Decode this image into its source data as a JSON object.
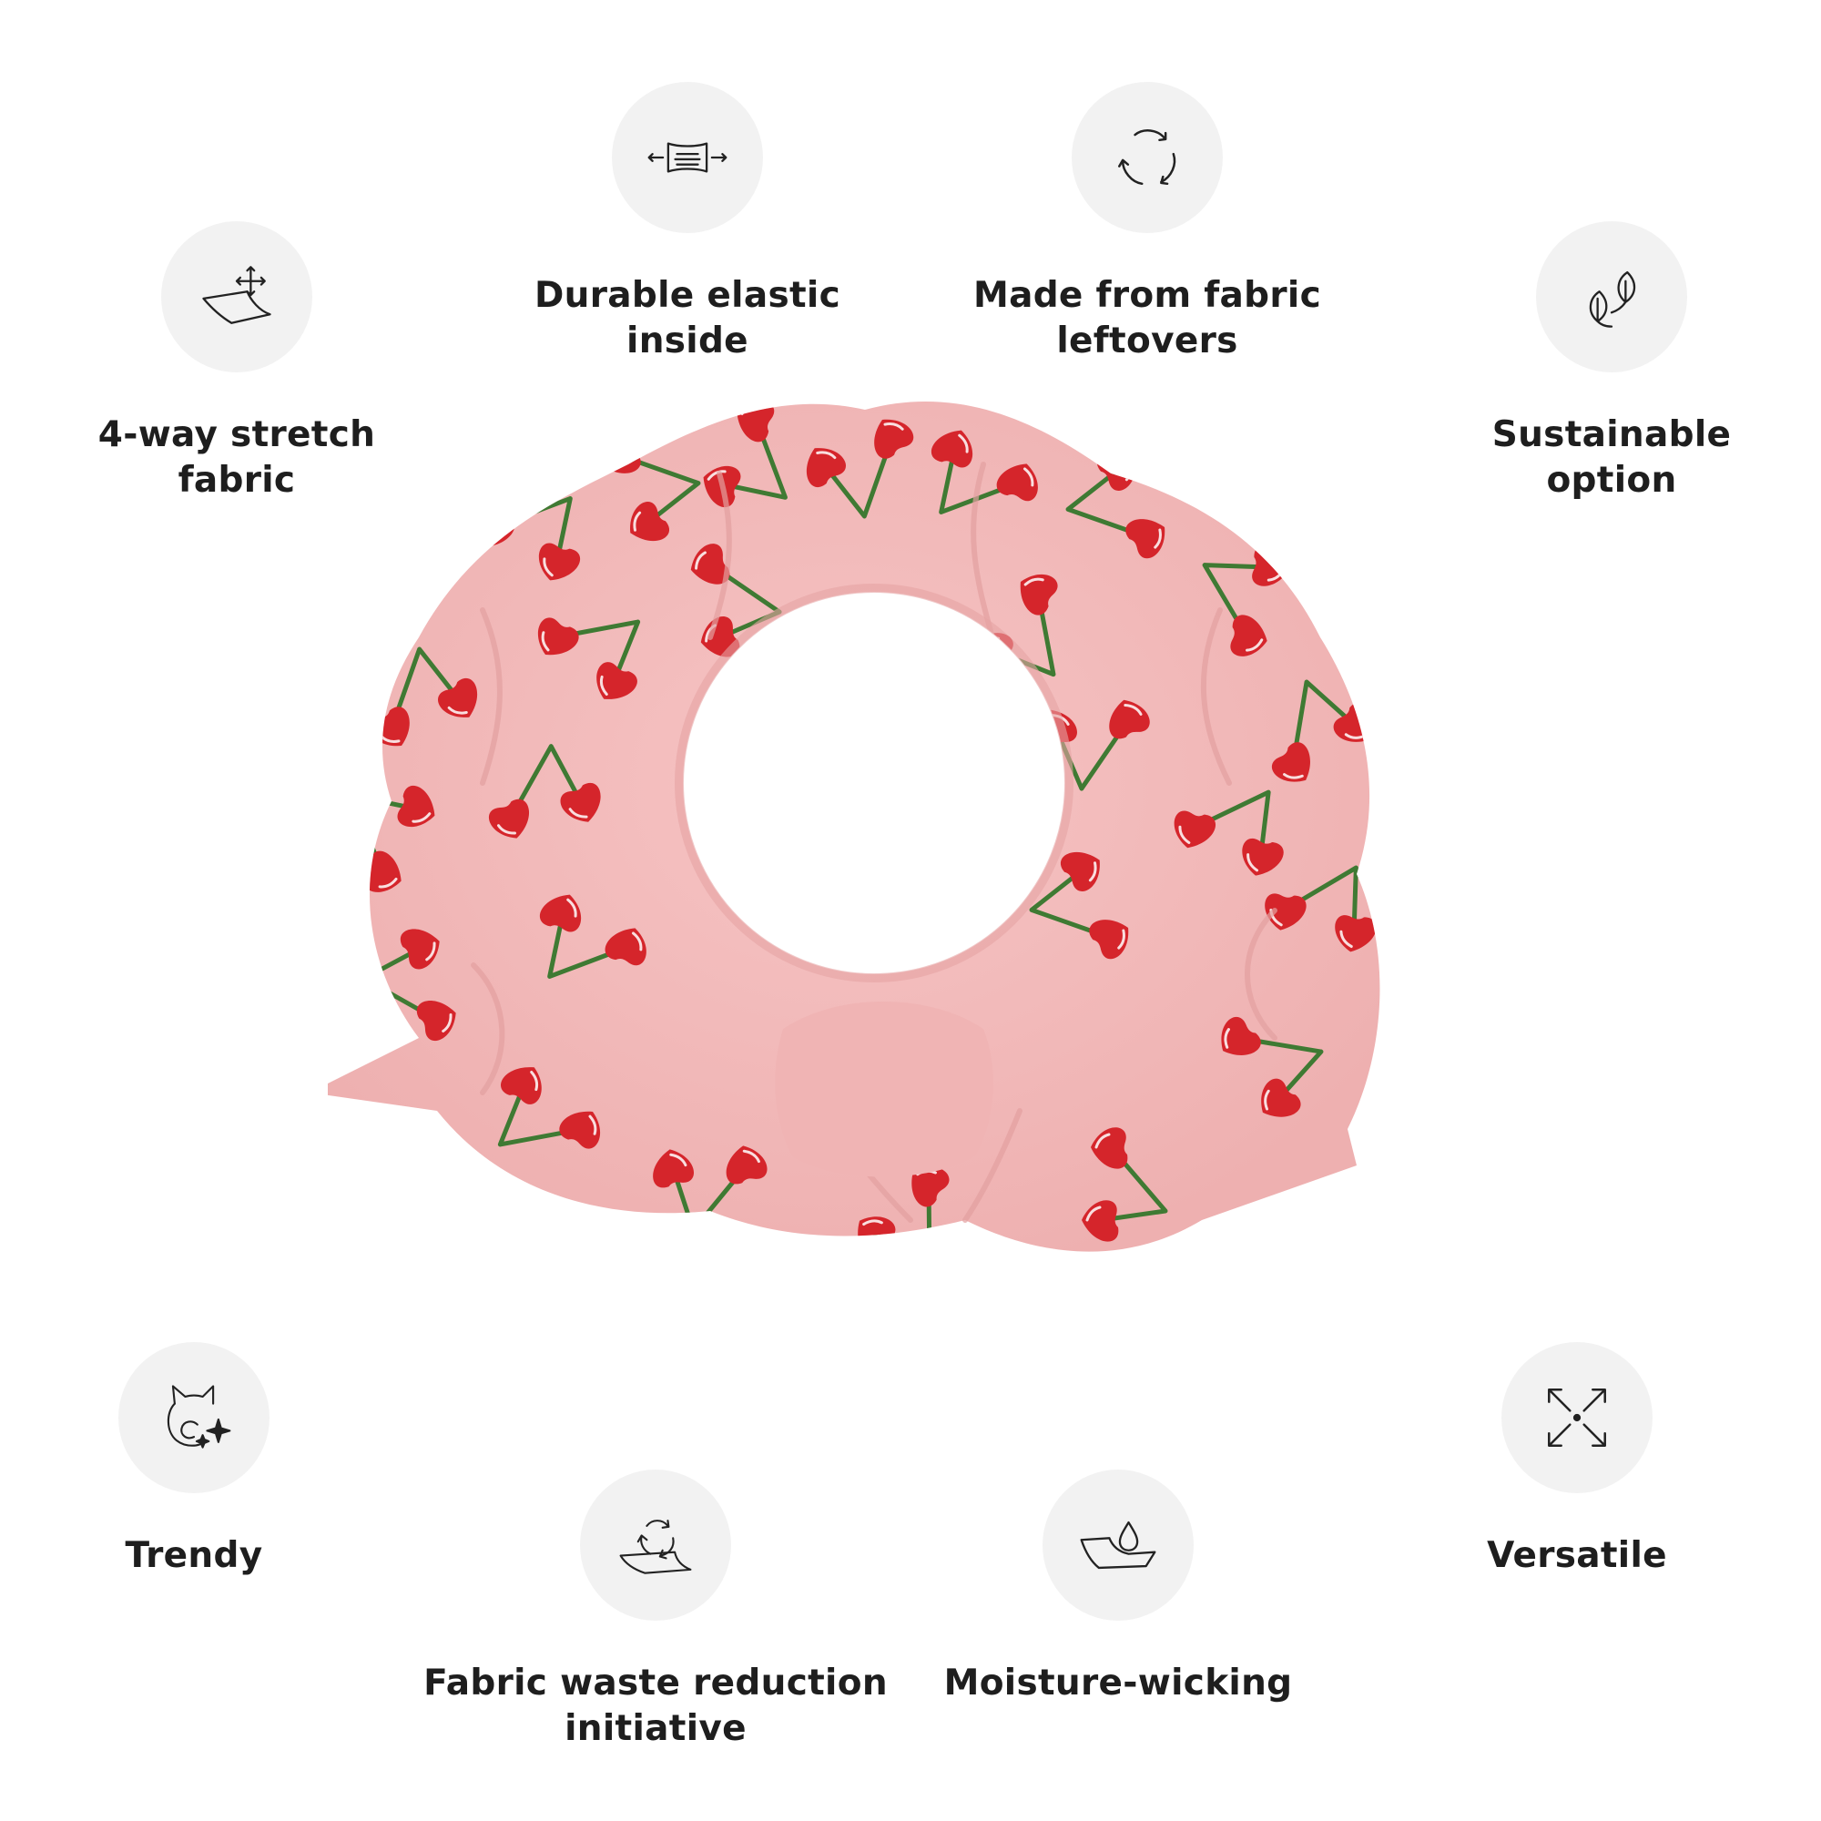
{
  "features": [
    {
      "id": "four-way-stretch",
      "icon": "stretch-fabric-icon",
      "lines": [
        "4-way stretch",
        "fabric"
      ]
    },
    {
      "id": "durable-elastic",
      "icon": "elastic-band-icon",
      "lines": [
        "Durable elastic",
        "inside"
      ]
    },
    {
      "id": "fabric-leftovers",
      "icon": "recycle-arrows-icon",
      "lines": [
        "Made from fabric",
        "leftovers"
      ]
    },
    {
      "id": "sustainable",
      "icon": "leaves-icon",
      "lines": [
        "Sustainable",
        "option"
      ]
    },
    {
      "id": "trendy",
      "icon": "cat-sparkle-icon",
      "lines": [
        "Trendy"
      ]
    },
    {
      "id": "waste-reduction",
      "icon": "recycle-fabric-icon",
      "lines": [
        "Fabric waste reduction",
        "initiative"
      ]
    },
    {
      "id": "moisture-wicking",
      "icon": "water-drop-fabric-icon",
      "lines": [
        "Moisture-wicking"
      ]
    },
    {
      "id": "versatile",
      "icon": "expand-arrows-icon",
      "lines": [
        "Versatile"
      ]
    }
  ],
  "colors": {
    "fabric": "#f4bcbc",
    "fabric_shade": "#eaa8a8",
    "cherry": "#d5252b",
    "stem": "#3f7a33",
    "icon_bg": "#f2f2f2",
    "text": "#1e1e1e"
  },
  "product": {
    "icon": "cherry-scrunchie-image"
  }
}
